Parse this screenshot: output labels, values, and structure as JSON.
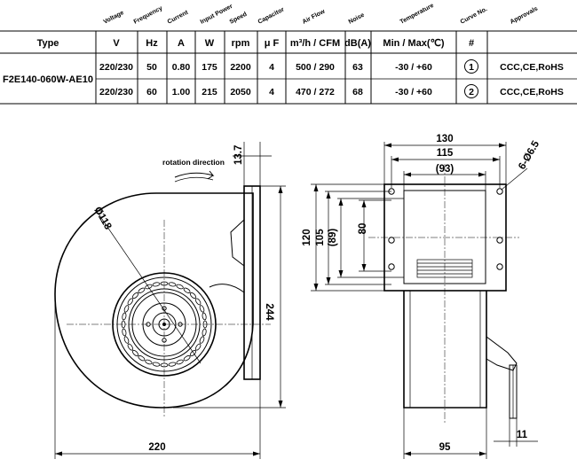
{
  "spec_table": {
    "column_headers": [
      "Voltage",
      "Frequency",
      "Current",
      "Input Power",
      "Speed",
      "Capacitor",
      "Air Flow",
      "Noise",
      "Temperature",
      "Curve No.",
      "Approvals"
    ],
    "type_label": "Type",
    "units": [
      "V",
      "Hz",
      "A",
      "W",
      "rpm",
      "μ F",
      "m³/h / CFM",
      "dB(A)",
      "Min / Max(℃)",
      "#"
    ],
    "model": "F2E140-060W-AE10",
    "rows": [
      {
        "voltage": "220/230",
        "frequency": "50",
        "current": "0.80",
        "power": "175",
        "speed": "2200",
        "capacitor": "4",
        "airflow": "500 / 290",
        "noise": "63",
        "temperature": "-30 / +60",
        "curve": "1",
        "approvals": "CCC,CE,RoHS"
      },
      {
        "voltage": "220/230",
        "frequency": "60",
        "current": "1.00",
        "power": "215",
        "speed": "2050",
        "capacitor": "4",
        "airflow": "470 / 272",
        "noise": "68",
        "temperature": "-30 / +60",
        "curve": "2",
        "approvals": "CCC,CE,RoHS"
      }
    ]
  },
  "drawing": {
    "rotation_label": "rotation direction",
    "front_view": {
      "diameter": "Ø118",
      "flange": "13.7",
      "height": "244",
      "width": "220"
    },
    "side_view": {
      "width_130": "130",
      "width_115": "115",
      "width_93": "(93)",
      "holes": "6-Ø6.5",
      "h_120": "120",
      "h_105": "105",
      "h_89": "(89)",
      "h_80": "80",
      "depth_95": "95",
      "offset_11": "11"
    }
  }
}
